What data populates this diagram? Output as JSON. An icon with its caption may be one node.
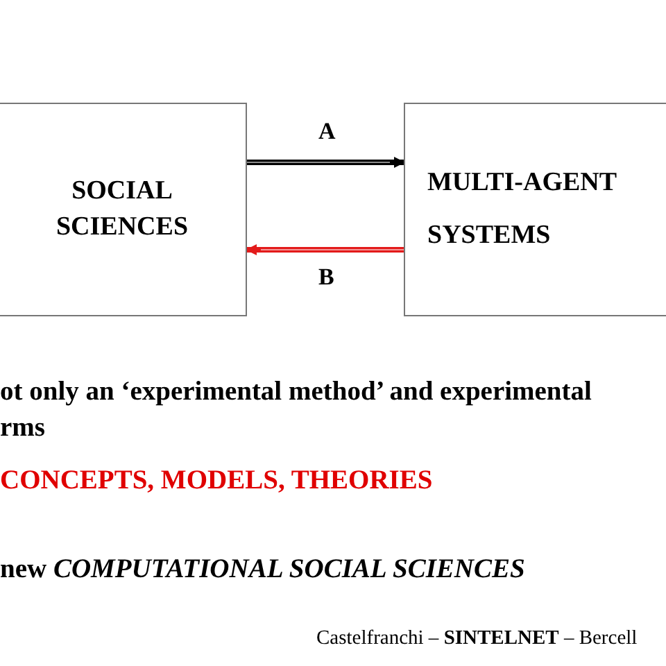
{
  "diagram": {
    "nodes": [
      {
        "text": [
          "SOCIAL SCIENCES"
        ]
      },
      {
        "text": [
          "MULTI-AGENT SYSTEMS"
        ]
      }
    ],
    "edges": [
      {
        "from": 0,
        "to": 1,
        "arrow": "to",
        "label": "A"
      },
      {
        "from": 1,
        "to": 0,
        "arrow": "to",
        "label": "B",
        "color": "#e31b1b"
      }
    ],
    "labels": [
      "ot only an ‘experimental method’ and experimental rms",
      "CONCEPTS, MODELS, THEORIES",
      "new *COMPUTATIONAL SOCIAL SCIENCES*",
      "Castelfranchi – **SINTELNET** – Bercell"
    ]
  }
}
